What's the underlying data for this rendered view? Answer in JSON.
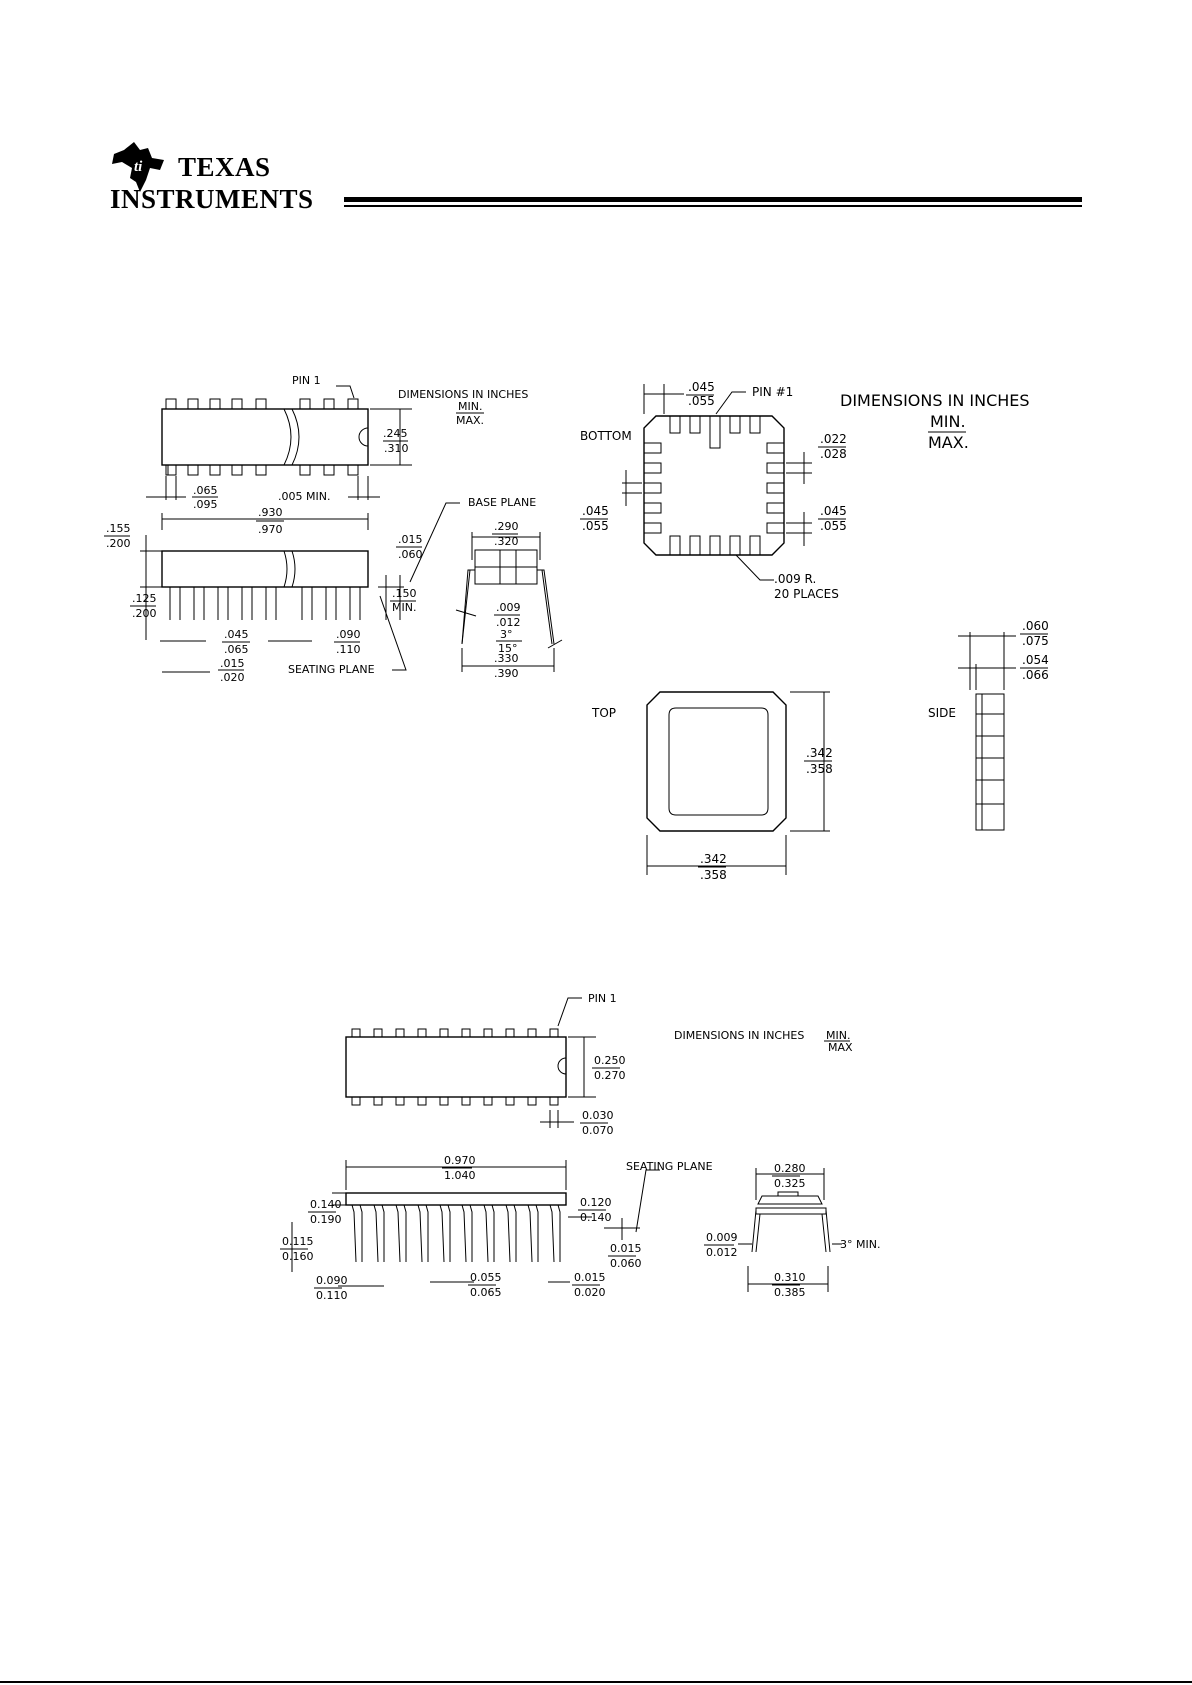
{
  "header": {
    "brand_line1": "TEXAS",
    "brand_line2": "INSTRUMENTS",
    "logo_icon": "ti-state-icon"
  },
  "dip16": {
    "pin1": "PIN 1",
    "dim_title": "DIMENSIONS IN INCHES",
    "dim_min": "MIN.",
    "dim_max": "MAX.",
    "w_min": ".245",
    "w_max": ".310",
    "e1_min": ".065",
    "e1_max": ".095",
    "gap": ".005 MIN.",
    "len_min": ".930",
    "len_max": ".970",
    "h_min": ".155",
    "h_max": ".200",
    "lead_min": ".125",
    "lead_max": ".200",
    "t_min": ".015",
    "t_max": ".060",
    "st_min": ".150",
    "st_max": "MIN.",
    "p_min": ".045",
    "p_max": ".065",
    "pitch_min": ".090",
    "pitch_max": ".110",
    "lw_min": ".015",
    "lw_max": ".020",
    "seating": "SEATING PLANE",
    "base": "BASE PLANE",
    "ew_min": ".290",
    "ew_max": ".320",
    "thk_min": ".009",
    "thk_max": ".012",
    "ang_min": "3°",
    "ang_max": "15°",
    "span_min": ".330",
    "span_max": ".390"
  },
  "lcc20": {
    "bottom": "BOTTOM",
    "top": "TOP",
    "side": "SIDE",
    "pin1": "PIN #1",
    "dim_title": "DIMENSIONS IN INCHES",
    "dim_min": "MIN.",
    "dim_max": "MAX.",
    "tp_min": ".045",
    "tp_max": ".055",
    "pw_min": ".022",
    "pw_max": ".028",
    "lp_min": ".045",
    "lp_max": ".055",
    "rp_min": ".045",
    "rp_max": ".055",
    "rad1": ".009 R.",
    "rad2": "20 PLACES",
    "s1_min": ".060",
    "s1_max": ".075",
    "s2_min": ".054",
    "s2_max": ".066",
    "sz_min": ".342",
    "sz_max": ".358",
    "bz_min": ".342",
    "bz_max": ".358"
  },
  "dip20": {
    "pin1": "PIN 1",
    "dim_title": "DIMENSIONS IN INCHES",
    "dim_min": "MIN.",
    "dim_max": "MAX",
    "w_min": "0.250",
    "w_max": "0.270",
    "e_min": "0.030",
    "e_max": "0.070",
    "len_min": "0.970",
    "len_max": "1.040",
    "seating": "SEATING PLANE",
    "h_min": "0.140",
    "h_max": "0.190",
    "t_min": "0.120",
    "t_max": "0.140",
    "lead_min": "0.115",
    "lead_max": "0.160",
    "tt_min": "0.015",
    "tt_max": "0.060",
    "pitch_min": "0.090",
    "pitch_max": "0.110",
    "p_min": "0.055",
    "p_max": "0.065",
    "lw_min": "0.015",
    "lw_max": "0.020",
    "ew_min": "0.280",
    "ew_max": "0.325",
    "thk_min": "0.009",
    "thk_max": "0.012",
    "ang": "3° MIN.",
    "span_min": "0.310",
    "span_max": "0.385"
  }
}
